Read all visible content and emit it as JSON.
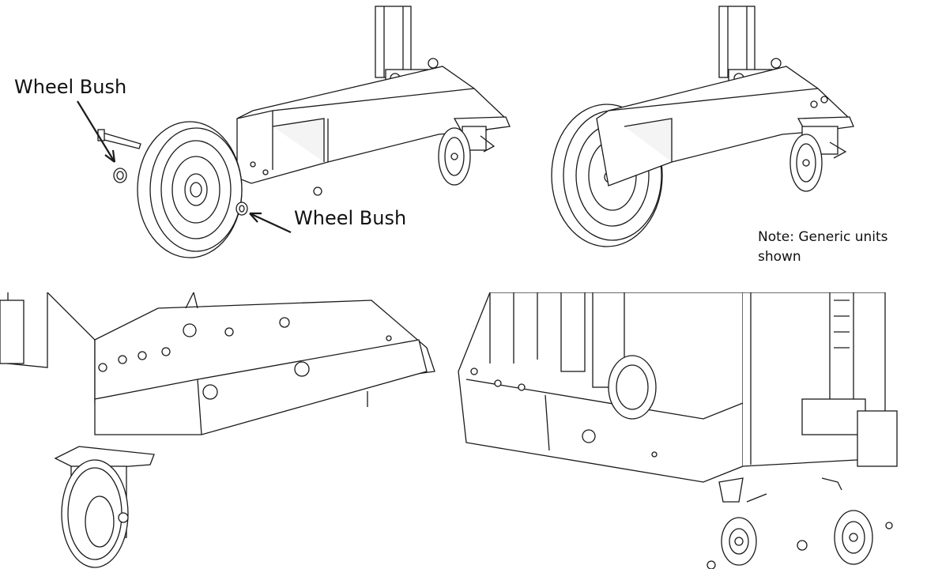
{
  "labels": {
    "wheel_bush_top": "Wheel Bush",
    "wheel_bush_bottom": "Wheel Bush"
  },
  "note": {
    "text": "Note: Generic units shown"
  },
  "colors": {
    "line": "#1a1a1a",
    "fill": "#ffffff",
    "shade": "#e6e6e6"
  }
}
